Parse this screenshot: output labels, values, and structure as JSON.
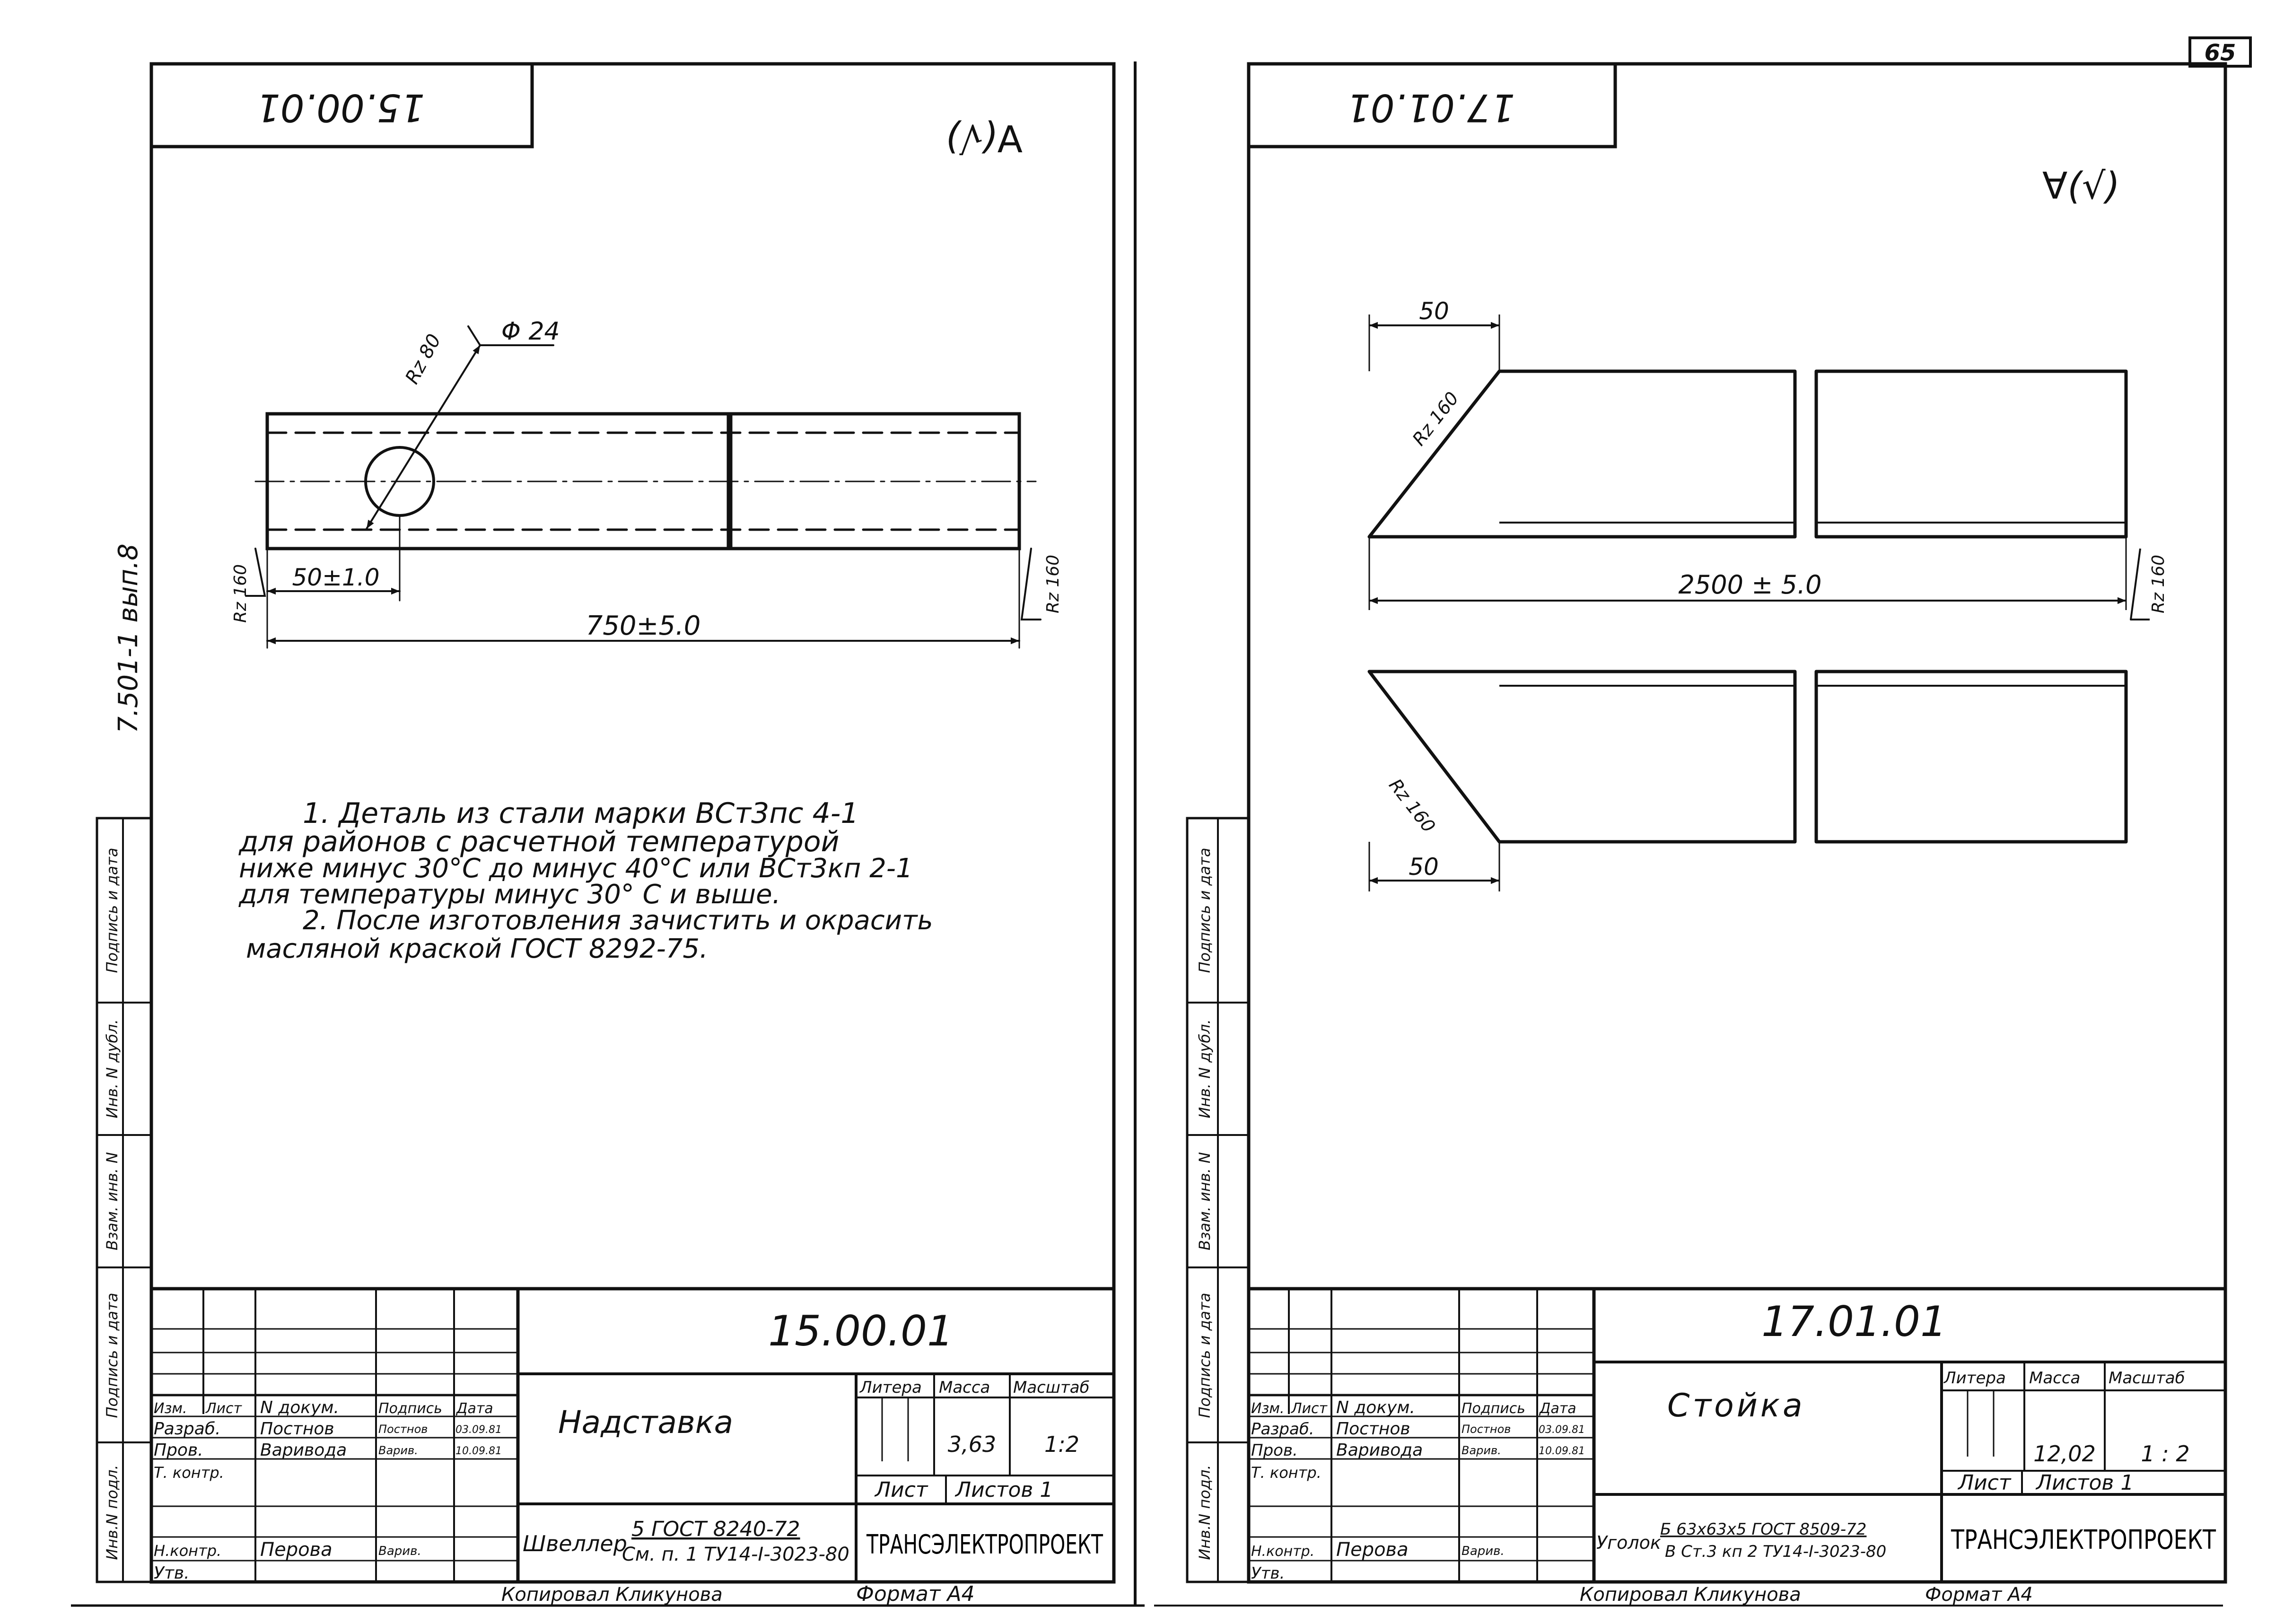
{
  "page": {
    "number": "65"
  },
  "sheet_left": {
    "corner_code": "15.00.01",
    "roughness_mark": "∀(√)",
    "series_label": "7.501-1 вып.8",
    "dimensions": {
      "hole": "Φ 24",
      "hole_rz": "Rz 80",
      "edge_distance": "50±1.0",
      "length": "750±5.0",
      "rz_left": "Rz 160",
      "rz_right": "Rz 160"
    },
    "notes": [
      "1. Деталь из стали марки ВСт3пс 4-1",
      "для районов с расчетной температурой",
      "ниже минус 30°С до минус 40°С или ВСт3кп 2-1",
      "для температуры минус 30° С и выше.",
      "2. После изготовления зачистить и окрасить",
      "масляной краской ГОСТ 8292-75."
    ],
    "side_stamp": [
      "Инв.N подл.",
      "Подпись и дата",
      "Взам. инв. N",
      "Инв. N дубл.",
      "Подпись и дата"
    ],
    "title_block": {
      "doc_code": "15.00.01",
      "name": "Надставка",
      "material_prefix": "Швеллер",
      "material_top": "5 ГОСТ 8240-72",
      "material_bottom": "См. п. 1 ТУ14-I-3023-80",
      "col_headers": [
        "Изм.",
        "Лист",
        "N докум.",
        "Подпись",
        "Дата"
      ],
      "rows": [
        {
          "role": "Разраб.",
          "name": "Постнов",
          "sign": "Постнов",
          "date": "03.09.81"
        },
        {
          "role": "Пров.",
          "name": "Варивода",
          "sign": "Варив.",
          "date": "10.09.81"
        },
        {
          "role": "Т. контр.",
          "name": "",
          "sign": "",
          "date": ""
        },
        {
          "role": "",
          "name": "",
          "sign": "",
          "date": ""
        },
        {
          "role": "Н.контр.",
          "name": "Перова",
          "sign": "Варив.",
          "date": ""
        },
        {
          "role": "Утв.",
          "name": "",
          "sign": "",
          "date": ""
        }
      ],
      "litera_label": "Литера",
      "mass_label": "Масса",
      "scale_label": "Масштаб",
      "mass": "3,63",
      "scale": "1:2",
      "sheet_label": "Лист",
      "sheets_label": "Листов 1",
      "organization": "ТРАНСЭЛЕКТРОПРОЕКТ"
    },
    "copied_by": "Копировал Кликунова",
    "format": "Формат А4"
  },
  "sheet_right": {
    "corner_code": "17.01.01",
    "roughness_mark": "∀(√)",
    "dimensions": {
      "top_offset": "50",
      "bottom_offset": "50",
      "length": "2500 ± 5.0",
      "rz_top": "Rz 160",
      "rz_bottom": "Rz 160",
      "rz_end": "Rz 160"
    },
    "side_stamp": [
      "Инв.N подл.",
      "Подпись и дата",
      "Взам. инв. N",
      "Инв. N дубл.",
      "Подпись и дата"
    ],
    "title_block": {
      "doc_code": "17.01.01",
      "name": "Стойка",
      "material_prefix": "Уголок",
      "material_top": "Б 63x63x5 ГОСТ 8509-72",
      "material_bottom": "В Ст.3 кп 2 ТУ14-I-3023-80",
      "col_headers": [
        "Изм.",
        "Лист",
        "N докум.",
        "Подпись",
        "Дата"
      ],
      "rows": [
        {
          "role": "Разраб.",
          "name": "Постнов",
          "sign": "Постнов",
          "date": "03.09.81"
        },
        {
          "role": "Пров.",
          "name": "Варивода",
          "sign": "Варив.",
          "date": "10.09.81"
        },
        {
          "role": "Т. контр.",
          "name": "",
          "sign": "",
          "date": ""
        },
        {
          "role": "",
          "name": "",
          "sign": "",
          "date": ""
        },
        {
          "role": "Н.контр.",
          "name": "Перова",
          "sign": "Варив.",
          "date": ""
        },
        {
          "role": "Утв.",
          "name": "",
          "sign": "",
          "date": ""
        }
      ],
      "litera_label": "Литера",
      "mass_label": "Масса",
      "scale_label": "Масштаб",
      "mass": "12,02",
      "scale": "1 : 2",
      "sheet_label": "Лист",
      "sheets_label": "Листов 1",
      "organization": "ТРАНСЭЛЕКТРОПРОЕКТ"
    },
    "copied_by": "Копировал Кликунова",
    "format": "Формат А4"
  }
}
